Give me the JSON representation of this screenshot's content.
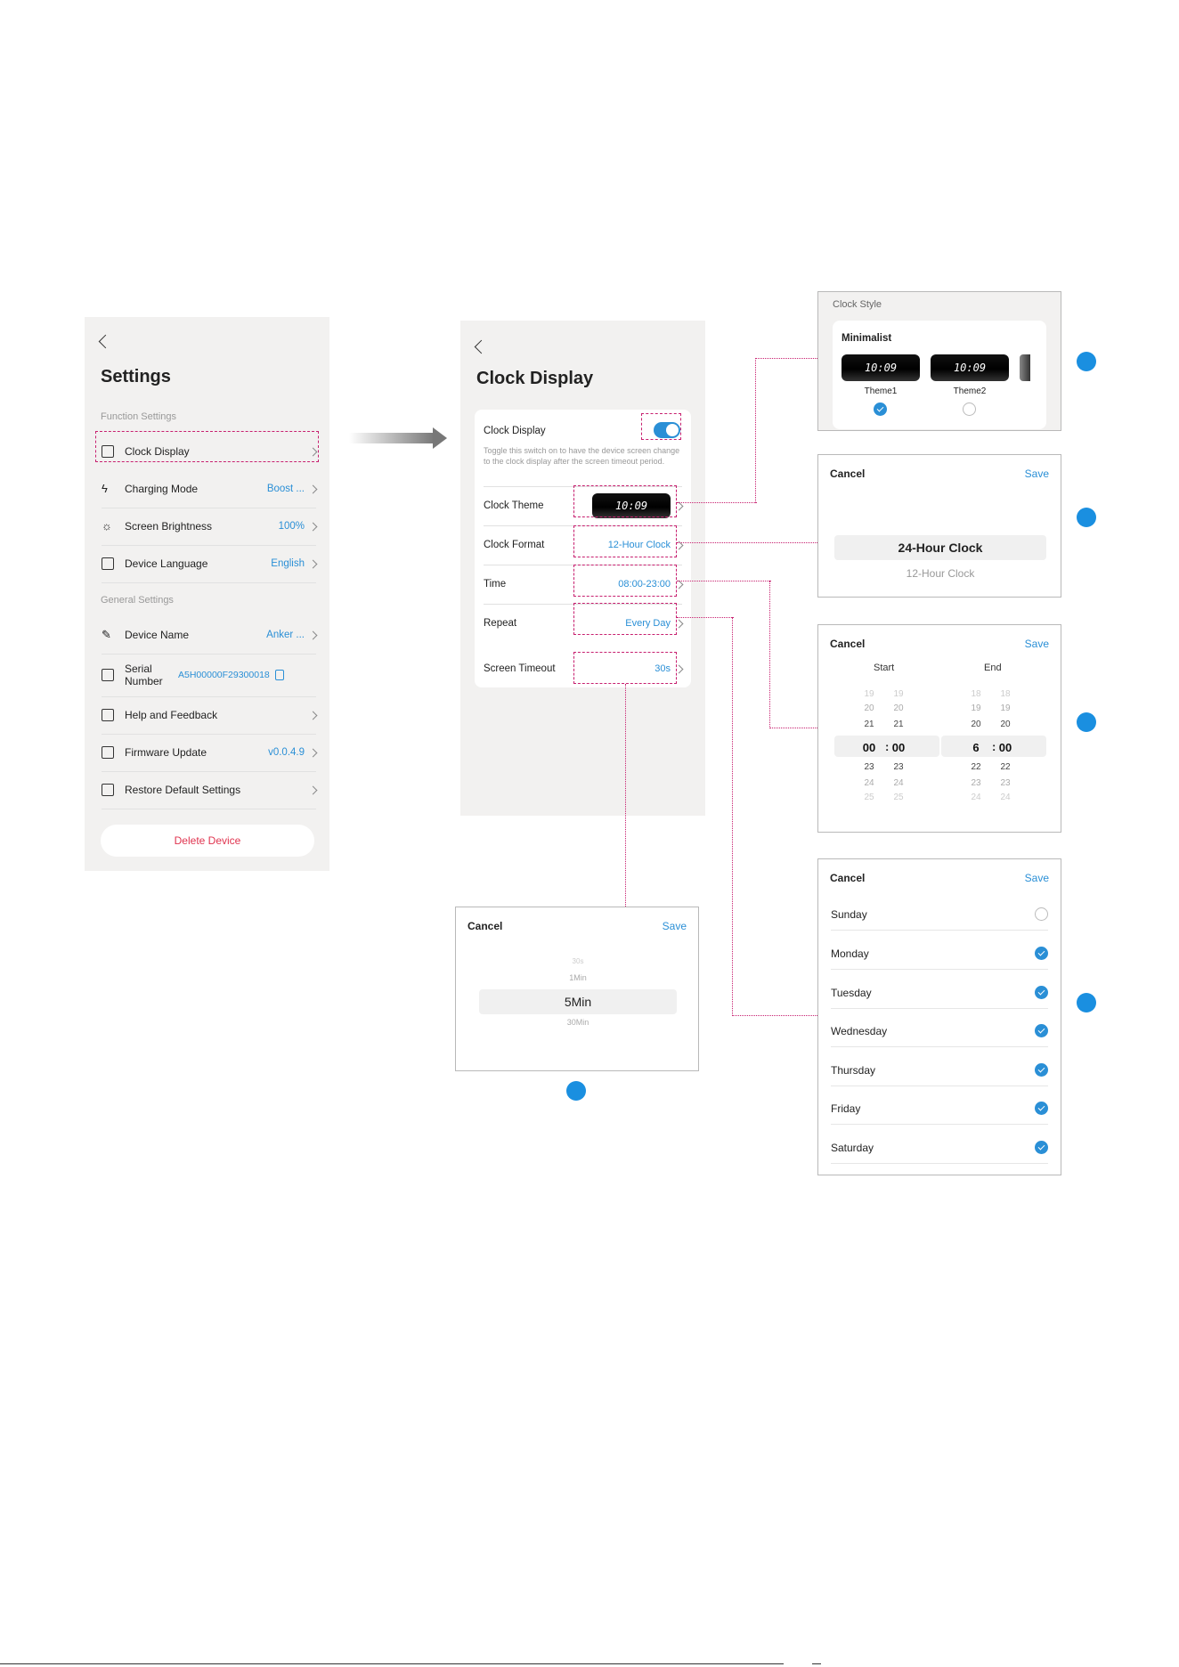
{
  "settings": {
    "title": "Settings",
    "section_function": "Function Settings",
    "section_general": "General Settings",
    "items": [
      {
        "label": "Clock Display",
        "value": ""
      },
      {
        "label": "Charging Mode",
        "value": "Boost ..."
      },
      {
        "label": "Screen Brightness",
        "value": "100%"
      },
      {
        "label": "Device Language",
        "value": "English"
      },
      {
        "label": "Device Name",
        "value": "Anker ..."
      },
      {
        "label": "Serial Number",
        "value": "A5H00000F29300018"
      },
      {
        "label": "Help and Feedback",
        "value": ""
      },
      {
        "label": "Firmware Update",
        "value": "v0.0.4.9"
      },
      {
        "label": "Restore Default Settings",
        "value": ""
      }
    ],
    "delete_label": "Delete Device"
  },
  "clock_display": {
    "title": "Clock Display",
    "toggle_label": "Clock Display",
    "toggle_on": true,
    "toggle_desc": "Toggle this switch on to have the device screen change to the clock display after the screen timeout period.",
    "theme_label": "Clock Theme",
    "theme_time": "10:09",
    "format_label": "Clock Format",
    "format_value": "12-Hour Clock",
    "time_label": "Time",
    "time_value": "08:00-23:00",
    "repeat_label": "Repeat",
    "repeat_value": "Every Day",
    "timeout_label": "Screen Timeout",
    "timeout_value": "30s"
  },
  "clock_style": {
    "title": "Clock Style",
    "group": "Minimalist",
    "themes": [
      {
        "name": "Theme1",
        "time": "10:09",
        "selected": true
      },
      {
        "name": "Theme2",
        "time": "10:09",
        "selected": false
      }
    ]
  },
  "format_picker": {
    "cancel": "Cancel",
    "save": "Save",
    "selected": "24-Hour Clock",
    "other": "12-Hour Clock"
  },
  "time_picker": {
    "cancel": "Cancel",
    "save": "Save",
    "start": "Start",
    "end": "End",
    "start_above": [
      [
        "19",
        "19"
      ],
      [
        "20",
        "20"
      ],
      [
        "21",
        "21"
      ]
    ],
    "start_selected": [
      "00",
      "00"
    ],
    "start_below": [
      [
        "23",
        "23"
      ],
      [
        "24",
        "24"
      ],
      [
        "25",
        "25"
      ]
    ],
    "end_above": [
      [
        "18",
        "18"
      ],
      [
        "19",
        "19"
      ],
      [
        "20",
        "20"
      ]
    ],
    "end_selected": [
      "6",
      "00"
    ],
    "end_below": [
      [
        "22",
        "22"
      ],
      [
        "23",
        "23"
      ],
      [
        "24",
        "24"
      ]
    ]
  },
  "repeat_picker": {
    "cancel": "Cancel",
    "save": "Save",
    "days": [
      {
        "name": "Sunday",
        "checked": false
      },
      {
        "name": "Monday",
        "checked": true
      },
      {
        "name": "Tuesday",
        "checked": true
      },
      {
        "name": "Wednesday",
        "checked": true
      },
      {
        "name": "Thursday",
        "checked": true
      },
      {
        "name": "Friday",
        "checked": true
      },
      {
        "name": "Saturday",
        "checked": true
      }
    ]
  },
  "timeout_picker": {
    "cancel": "Cancel",
    "save": "Save",
    "opt1": "30s",
    "opt2": "1Min",
    "selected": "5Min",
    "opt4": "30Min"
  },
  "colors": {
    "accent": "#2a8fd6",
    "callout": "#c71f6f",
    "danger": "#e0344f",
    "marker": "#1a8fe0"
  }
}
